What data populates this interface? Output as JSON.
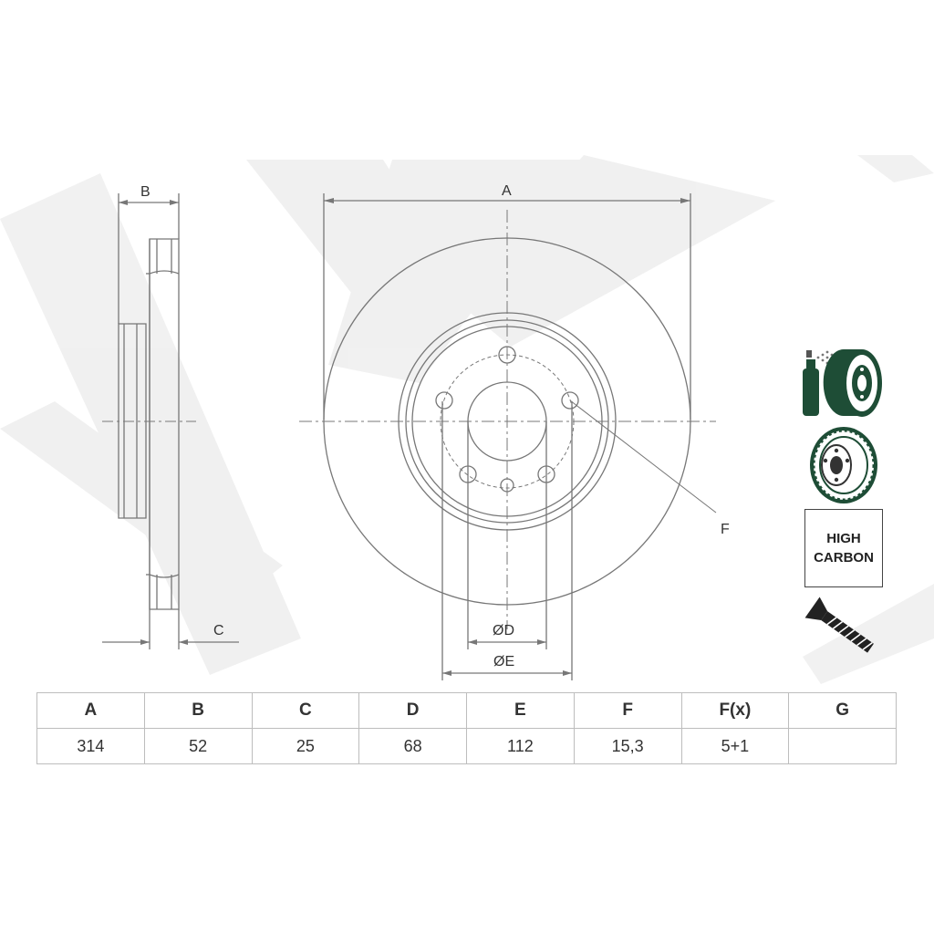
{
  "dimension_labels": {
    "A": "A",
    "B": "B",
    "C": "C",
    "D": "ØD",
    "E": "ØE",
    "F": "F"
  },
  "badge": {
    "line1": "HIGH",
    "line2": "CARBON"
  },
  "icons": [
    "coating-spray-icon",
    "vented-disc-icon",
    "high-carbon-badge",
    "screw-icon"
  ],
  "colors": {
    "icon_green": "#1e4d36",
    "line": "#777777",
    "watermark": "#eeeeee"
  },
  "table": {
    "headers": [
      "A",
      "B",
      "C",
      "D",
      "E",
      "F",
      "F(x)",
      "G"
    ],
    "values": [
      "314",
      "52",
      "25",
      "68",
      "112",
      "15,3",
      "5+1",
      ""
    ]
  }
}
